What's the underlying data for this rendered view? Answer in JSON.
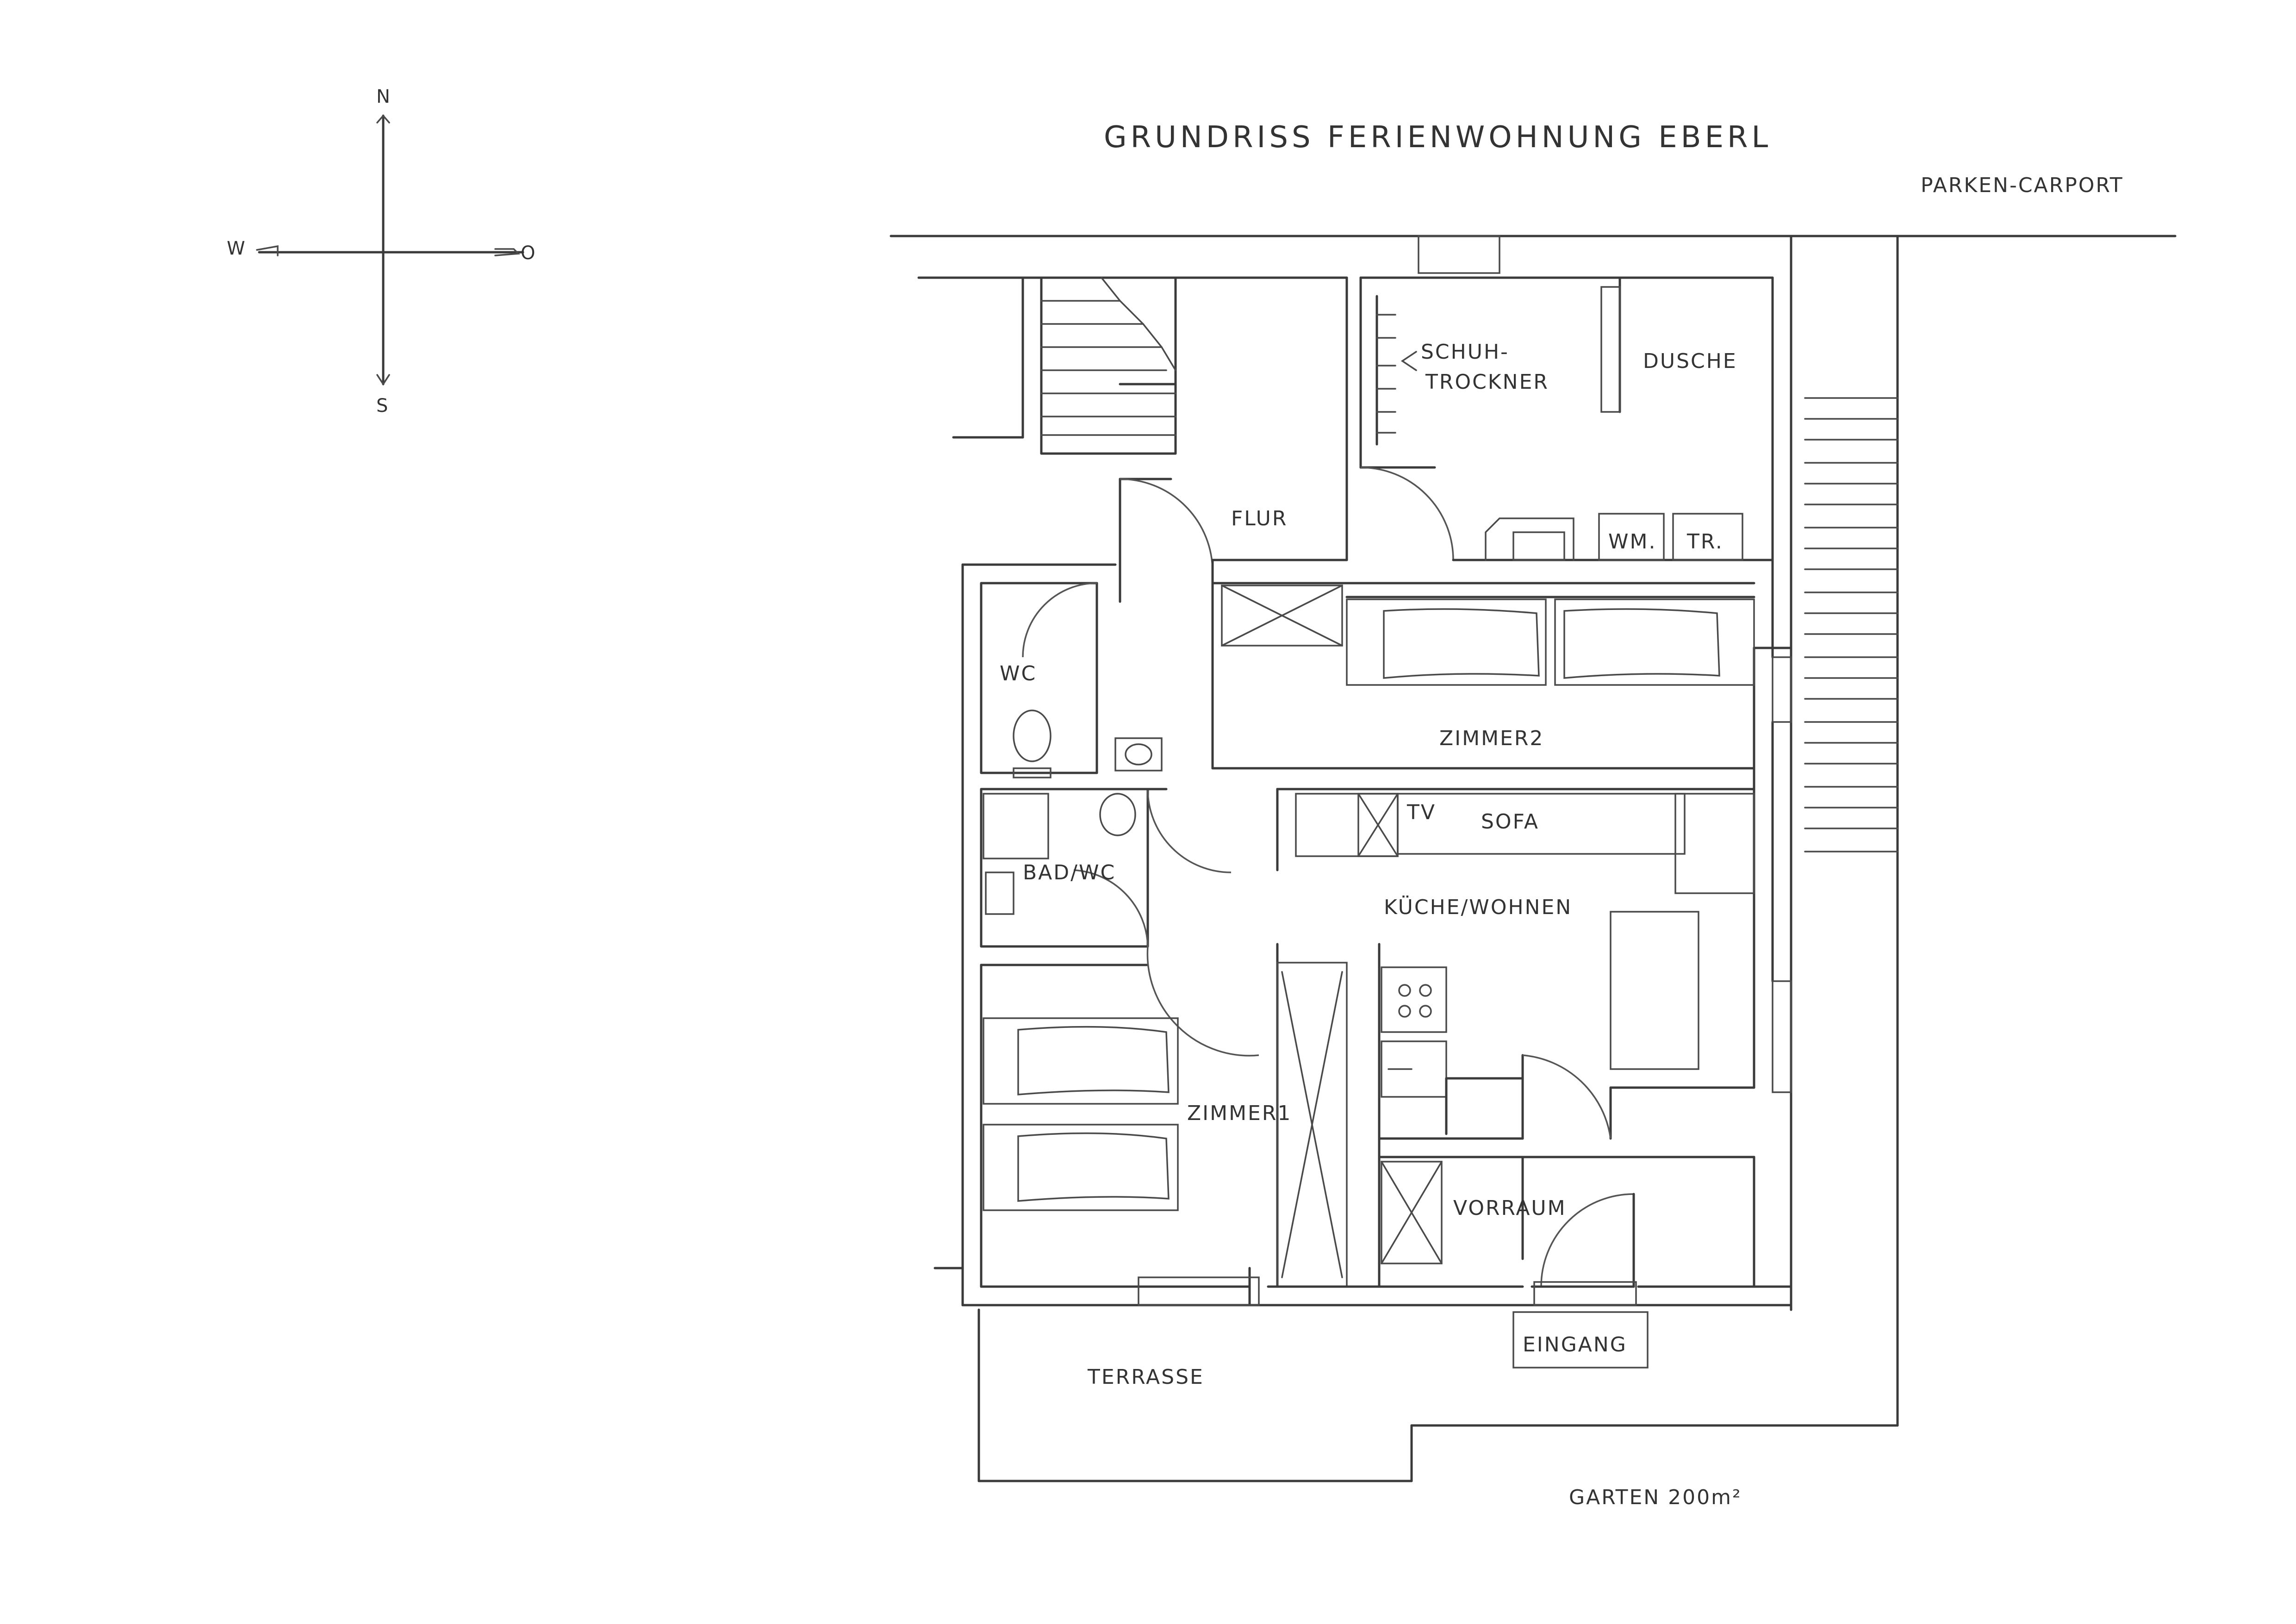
{
  "title": "GRUNDRISS FERIENWOHNUNG EBERL",
  "compass": {
    "n": "N",
    "s": "S",
    "w": "W",
    "o": "O"
  },
  "labels": {
    "parken": "PARKEN-CARPORT",
    "schuh": "SCHUH-",
    "trockner": "TROCKNER",
    "dusche": "DUSCHE",
    "flur": "FLUR",
    "wm": "WM.",
    "tr": "TR.",
    "wc": "WC",
    "zimmer2": "ZIMMER2",
    "tv": "TV",
    "sofa": "SOFA",
    "bad_wc": "BAD/WC",
    "kueche": "KÜCHE/WOHNEN",
    "zimmer1": "ZIMMER1",
    "vorraum": "VORRAUM",
    "eingang": "EINGANG",
    "terrasse": "TERRASSE",
    "garten": "GARTEN 200m²"
  }
}
